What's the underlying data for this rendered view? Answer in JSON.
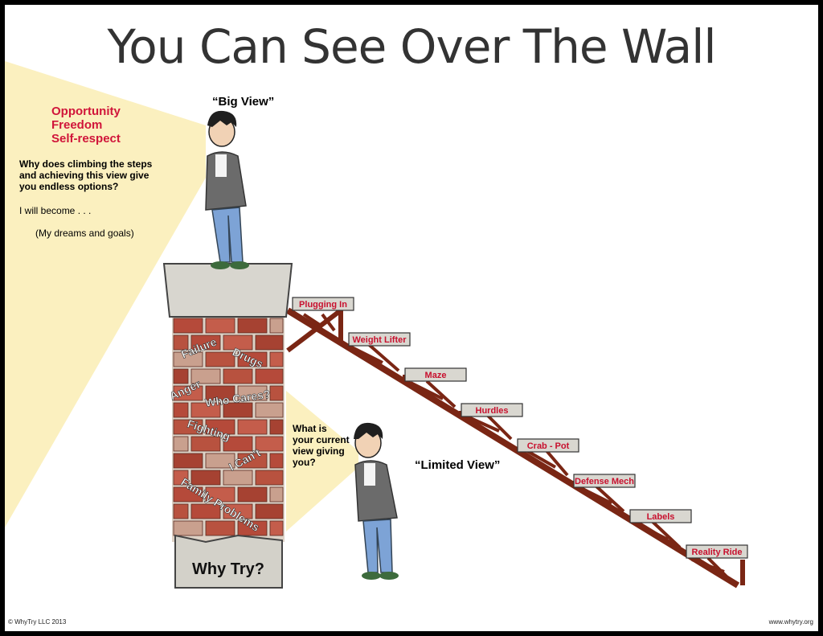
{
  "title": "You Can See Over The Wall",
  "big_view": {
    "label": "“Big View”",
    "values": [
      "Opportunity",
      "Freedom",
      "Self-respect"
    ],
    "question": [
      "Why does climbing the steps",
      "and achieving this view give",
      "you endless options?"
    ],
    "prompt": "I will become . . .",
    "note": "(My dreams and goals)"
  },
  "limited_view": {
    "label": "“Limited View”",
    "question": [
      "What is",
      "your current",
      "view giving",
      "you?"
    ]
  },
  "wall": {
    "base_label": "Why Try?",
    "bricks": [
      "Failure",
      "Drugs",
      "Anger",
      "Who Cares?",
      "Fighting",
      "I Can't",
      "Family Problems"
    ]
  },
  "steps": [
    "Plugging In",
    "Weight Lifter",
    "Maze",
    "Hurdles",
    "Crab - Pot",
    "Defense Mech",
    "Labels",
    "Reality Ride"
  ],
  "footer": {
    "left": "© WhyTry LLC 2013",
    "right": "www.whytry.org"
  },
  "colors": {
    "step_label": "#c8102e",
    "value_words": "#d0153a",
    "beam": "#8b2d18",
    "view_cone": "#fbf0bf"
  }
}
